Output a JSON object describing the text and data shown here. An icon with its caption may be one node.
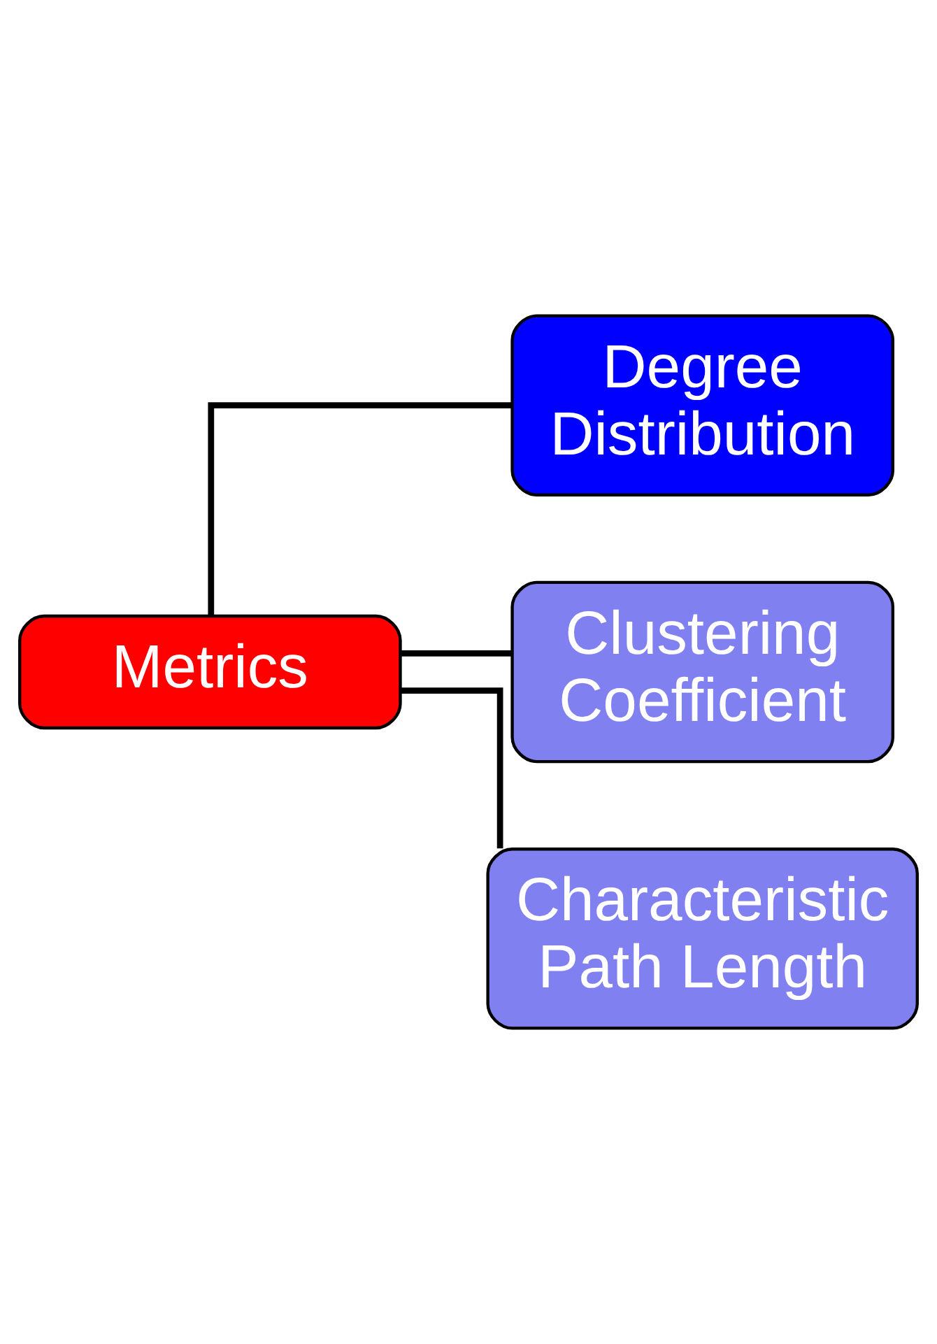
{
  "diagram": {
    "nodes": [
      {
        "text": [
          "Metrics"
        ]
      },
      {
        "text": [
          "Degree Distribution"
        ]
      },
      {
        "text": [
          "Clustering Coefficient"
        ]
      },
      {
        "text": [
          "Characteristic Path Length"
        ]
      }
    ],
    "edges": [
      {
        "from": 0,
        "to": 1,
        "arrow": "none"
      },
      {
        "from": 0,
        "to": 2,
        "arrow": "none"
      },
      {
        "from": 0,
        "to": 3,
        "arrow": "none"
      }
    ]
  }
}
